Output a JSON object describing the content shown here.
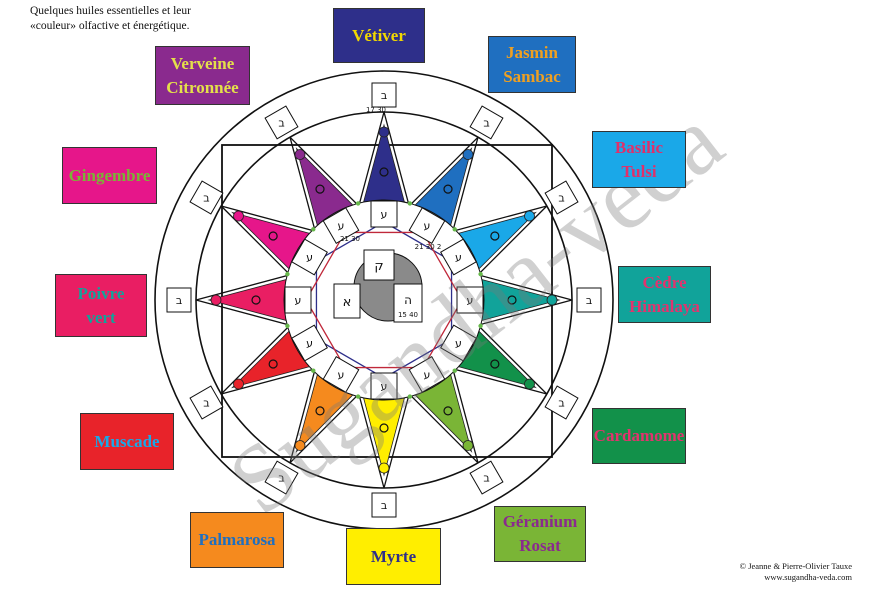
{
  "caption": {
    "line1": "Quelques huiles essentielles et leur",
    "line2": "«couleur» olfactive et énergétique."
  },
  "watermark": "Sugandha-veda",
  "credit": {
    "line1": "© Jeanne & Pierre-Olivier Tauxe",
    "line2": "www.sugandha-veda.com"
  },
  "center": {
    "top_left_number": "21 30",
    "top_right_number": "21 30 2",
    "core_number": "15 40",
    "ray_tip_number": "17 30"
  },
  "oils": [
    {
      "id": "vetiver",
      "label": "Vétiver",
      "bg": "#2e2f8a",
      "fg": "#f2d800"
    },
    {
      "id": "jasmin",
      "label": "Jasmin\nSambac",
      "bg": "#1f6fc0",
      "fg": "#f0a020"
    },
    {
      "id": "basilic",
      "label": "Basilic\nTulsi",
      "bg": "#1aa8e8",
      "fg": "#e0306a"
    },
    {
      "id": "cedre",
      "label": "Cèdre\nHimalaya",
      "bg": "#11a39a",
      "fg": "#e2336e"
    },
    {
      "id": "cardamome",
      "label": "Cardamome",
      "bg": "#12914a",
      "fg": "#e2336e"
    },
    {
      "id": "geranium",
      "label": "Géranium\nRosat",
      "bg": "#7ab536",
      "fg": "#8a2a8e"
    },
    {
      "id": "myrte",
      "label": "Myrte",
      "bg": "#ffee00",
      "fg": "#2e2f8a"
    },
    {
      "id": "palmarosa",
      "label": "Palmarosa",
      "bg": "#f58a1e",
      "fg": "#1f6fc0"
    },
    {
      "id": "muscade",
      "label": "Muscade",
      "bg": "#e8232a",
      "fg": "#1aa8e8"
    },
    {
      "id": "poivre",
      "label": "Poivre\nvert",
      "bg": "#e91e63",
      "fg": "#11a39a"
    },
    {
      "id": "gingembre",
      "label": "Gingembre",
      "bg": "#e6168a",
      "fg": "#7ab536"
    },
    {
      "id": "verveine",
      "label": "Verveine\nCitronnée",
      "bg": "#8a2a8e",
      "fg": "#e4e04a"
    }
  ],
  "colors": {
    "ring": "#111111",
    "core": "#8a8a8a",
    "hexagon_blue": "#2e2f8a",
    "hexagon_red": "#c0283a",
    "dots": "#66b84a"
  }
}
